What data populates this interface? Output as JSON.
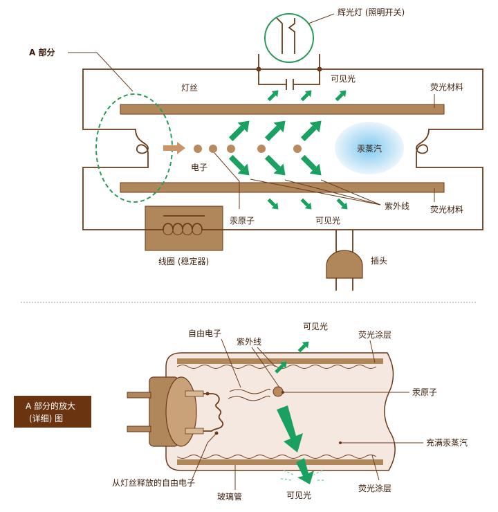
{
  "top": {
    "a_part_label": "A 部分",
    "glow_lamp_label": "辉光灯 (照明开关)",
    "filament_label": "灯丝",
    "visible_light_top": "可见光",
    "phosphor_top": "荧光材料",
    "phosphor_bottom": "荧光材料",
    "mercury_vapor": "汞蒸汽",
    "electron_label": "电子",
    "mercury_atom_label": "汞原子",
    "uv_label": "紫外线",
    "visible_light_bottom": "可见光",
    "coil_label": "线圈 (稳定器)",
    "plug_label": "插头"
  },
  "bottom": {
    "caption_line1": "A 部分的放大",
    "caption_line2": "(详细) 图",
    "free_electron": "自由电子",
    "uv": "紫外线",
    "visible_light_top": "可见光",
    "phosphor_coating_top": "荧光涂层",
    "mercury_atom": "汞原子",
    "filled_mercury_vapor": "充满汞蒸汽",
    "released_electron": "从灯丝释放的自由电子",
    "glass_tube": "玻璃管",
    "visible_light_bottom": "可见光",
    "phosphor_coating_bottom": "荧光涂层"
  },
  "colors": {
    "tube_wall": "#b0875a",
    "wire": "#6b3a1a",
    "arrow_green": "#1aa060",
    "circle_green": "#2a9a5a",
    "caption_bg": "#6b3410",
    "tube_fill": "#f4e8e0"
  }
}
